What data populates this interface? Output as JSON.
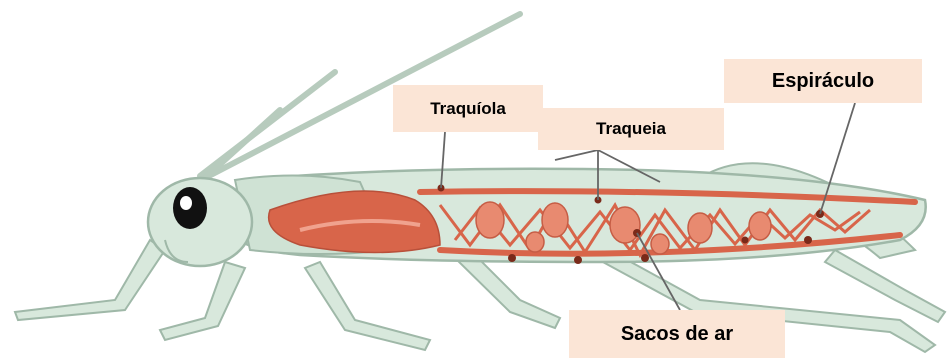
{
  "diagram": {
    "labels": {
      "traquiola": "Traquíola",
      "traqueia": "Traqueia",
      "espiraculo": "Espiráculo",
      "sacos_de_ar": "Sacos de ar"
    },
    "colors": {
      "body_fill": "#d8e8dc",
      "body_outline": "#9fb8a8",
      "tracheal_system": "#d8654a",
      "air_sac": "#e88a70",
      "label_background": "#fbe5d6",
      "leader_line": "#666666",
      "eye": "#111111"
    }
  }
}
